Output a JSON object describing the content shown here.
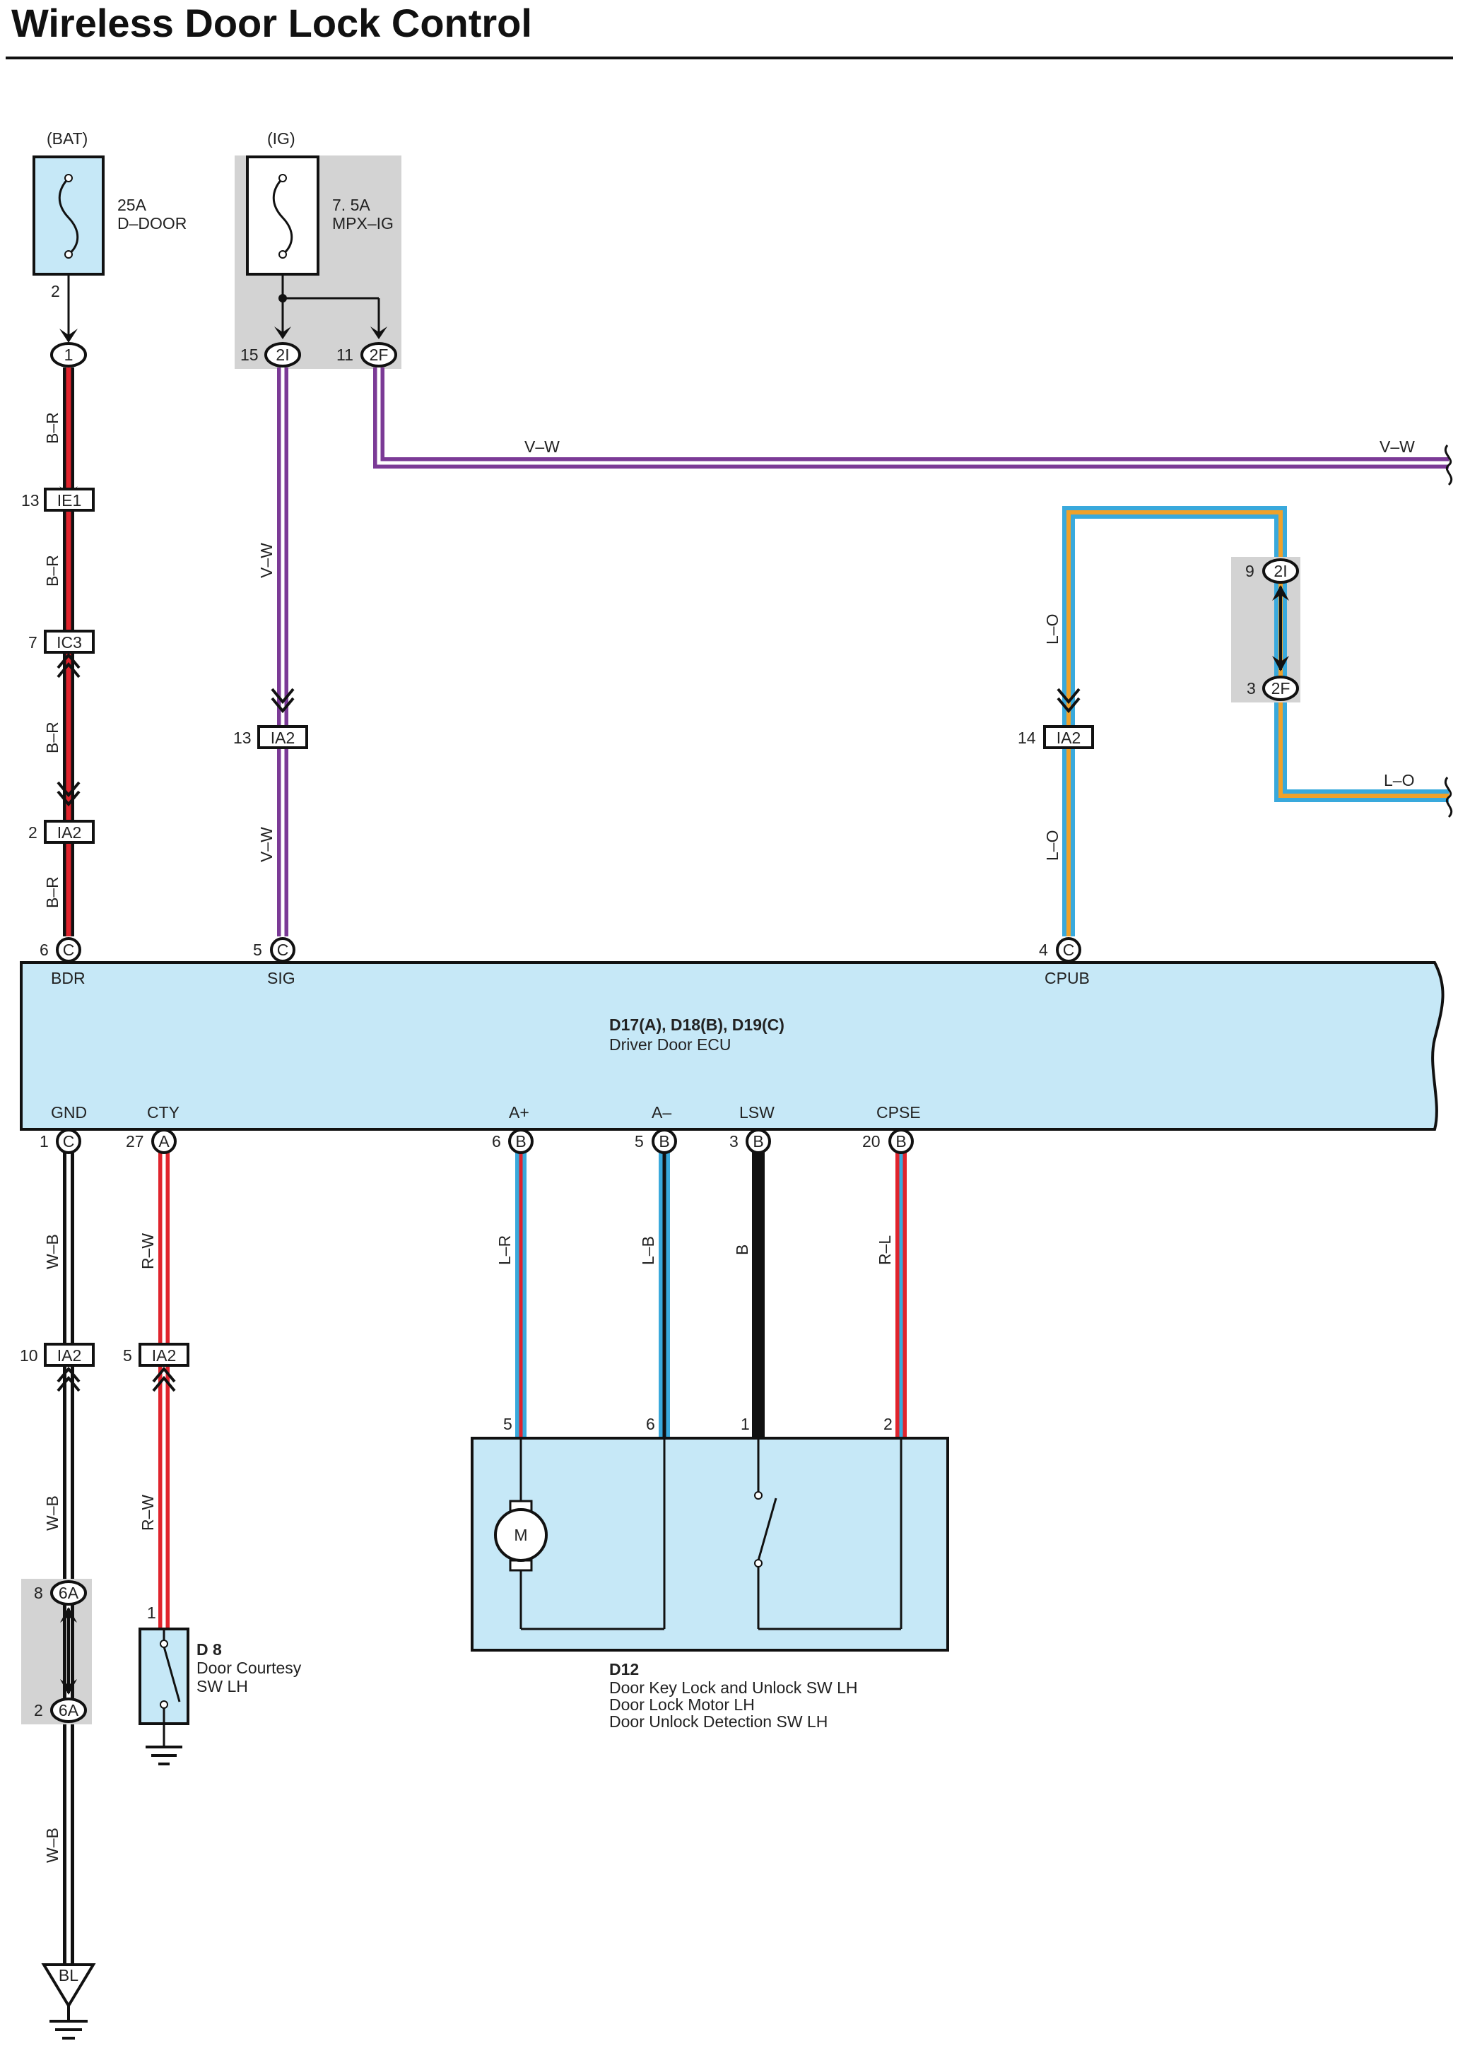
{
  "title": "Wireless Door Lock Control",
  "colors": {
    "component_fill": "#c6e8f7",
    "splice_fill": "#d3d3d3",
    "red": "#e0242d",
    "violet": "#7b3a96",
    "blue": "#39a9dc",
    "orange": "#f0a12a",
    "black": "#111111"
  },
  "power": {
    "bat_label": "(BAT)",
    "ig_label": "(IG)",
    "fuse_ddoor": {
      "rating": "25A",
      "name": "D–DOOR",
      "pin": "2"
    },
    "fuse_mpx": {
      "rating": "7. 5A",
      "name": "MPX–IG"
    }
  },
  "connectors": {
    "c1": {
      "pin": "",
      "id": "1"
    },
    "c_2i_15": {
      "pin": "15",
      "id": "2I"
    },
    "c_2f_11": {
      "pin": "11",
      "id": "2F"
    },
    "ie1": {
      "pin": "13",
      "id": "IE1"
    },
    "ic3": {
      "pin": "7",
      "id": "IC3"
    },
    "ia2_2": {
      "pin": "2",
      "id": "IA2"
    },
    "ia2_13": {
      "pin": "13",
      "id": "IA2"
    },
    "ia2_14": {
      "pin": "14",
      "id": "IA2"
    },
    "c_2i_9": {
      "pin": "9",
      "id": "2I"
    },
    "c_2f_3": {
      "pin": "3",
      "id": "2F"
    },
    "ia2_10": {
      "pin": "10",
      "id": "IA2"
    },
    "ia2_5": {
      "pin": "5",
      "id": "IA2"
    },
    "c_6a_8": {
      "pin": "8",
      "id": "6A"
    },
    "c_6a_2": {
      "pin": "2",
      "id": "6A"
    }
  },
  "wires": {
    "b_r": "B–R",
    "v_w": "V–W",
    "l_o": "L–O",
    "w_b": "W–B",
    "r_w": "R–W",
    "l_r": "L–R",
    "l_b": "L–B",
    "b": "B",
    "r_l": "R–L"
  },
  "ecu": {
    "name_codes": "D17(A), D18(B), D19(C)",
    "name": "Driver Door ECU",
    "top_terminals": [
      {
        "label": "BDR",
        "pin": "6",
        "conn": "C"
      },
      {
        "label": "SIG",
        "pin": "5",
        "conn": "C"
      },
      {
        "label": "CPUB",
        "pin": "4",
        "conn": "C"
      }
    ],
    "bottom_terminals": [
      {
        "label": "GND",
        "pin": "1",
        "conn": "C"
      },
      {
        "label": "CTY",
        "pin": "27",
        "conn": "A"
      },
      {
        "label": "A+",
        "pin": "6",
        "conn": "B"
      },
      {
        "label": "A–",
        "pin": "5",
        "conn": "B"
      },
      {
        "label": "LSW",
        "pin": "3",
        "conn": "B"
      },
      {
        "label": "CPSE",
        "pin": "20",
        "conn": "B"
      }
    ]
  },
  "d12": {
    "code": "D12",
    "lines": [
      "Door Key Lock and Unlock SW LH",
      "Door Lock Motor LH",
      "Door Unlock Detection SW LH"
    ],
    "pins": [
      "5",
      "6",
      "1",
      "2"
    ],
    "motor": "M"
  },
  "d8": {
    "code": "D 8",
    "lines": [
      "Door Courtesy",
      "SW LH"
    ],
    "pin": "1"
  },
  "ground": {
    "label": "BL"
  }
}
